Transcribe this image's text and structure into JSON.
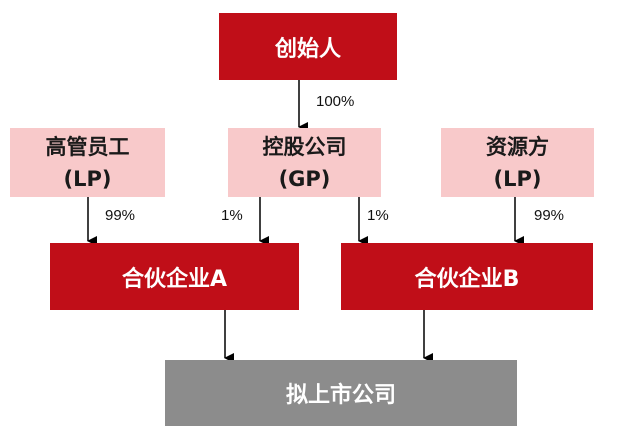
{
  "nodes": {
    "founder": "创始人",
    "executives": {
      "name": "高管员工",
      "role": "(LP)"
    },
    "holding": {
      "name": "控股公司",
      "role": "(GP)"
    },
    "resource": {
      "name": "资源方",
      "role": "(LP)"
    },
    "partnership_a": "合伙企业A",
    "partnership_b": "合伙企业B",
    "listed": "拟上市公司"
  },
  "edges": {
    "founder_to_holding": "100%",
    "exec_to_a": "99%",
    "holding_to_a": "1%",
    "holding_to_b": "1%",
    "resource_to_b": "99%"
  },
  "colors": {
    "red": "#c00e18",
    "pink": "#f8c9ca",
    "gray": "#8c8c8c"
  }
}
